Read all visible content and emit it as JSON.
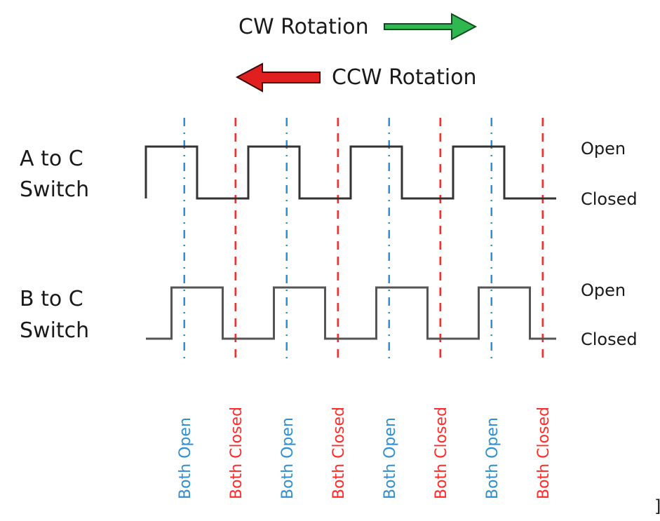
{
  "rotation": {
    "cw_label": "CW Rotation",
    "ccw_label": "CCW Rotation",
    "cw_arrow_color": "#2fb84f",
    "ccw_arrow_color": "#e02020"
  },
  "signals": [
    {
      "label_line1": "A to C",
      "label_line2": "Switch",
      "open_label": "Open",
      "closed_label": "Closed",
      "initial_state": "closed",
      "transitions": [
        0.0,
        0.5,
        1.0,
        1.5,
        2.0,
        2.5,
        3.0,
        3.5
      ],
      "trace_color": "#333333"
    },
    {
      "label_line1": "B to C",
      "label_line2": "Switch",
      "open_label": "Open",
      "closed_label": "Closed",
      "initial_state": "closed",
      "transitions": [
        0.25,
        0.75,
        1.25,
        1.75,
        2.25,
        2.75,
        3.25,
        3.75
      ],
      "trace_color": "#555555"
    }
  ],
  "markers": {
    "both_open_label": "Both Open",
    "both_closed_label": "Both Closed",
    "both_open_color": "#2f8fd0",
    "both_closed_color": "#ff2a2a",
    "both_open_at": [
      0.375,
      1.375,
      2.375,
      3.375
    ],
    "both_closed_at": [
      0.875,
      1.875,
      2.875,
      3.875
    ]
  },
  "footer_glyph": "]"
}
